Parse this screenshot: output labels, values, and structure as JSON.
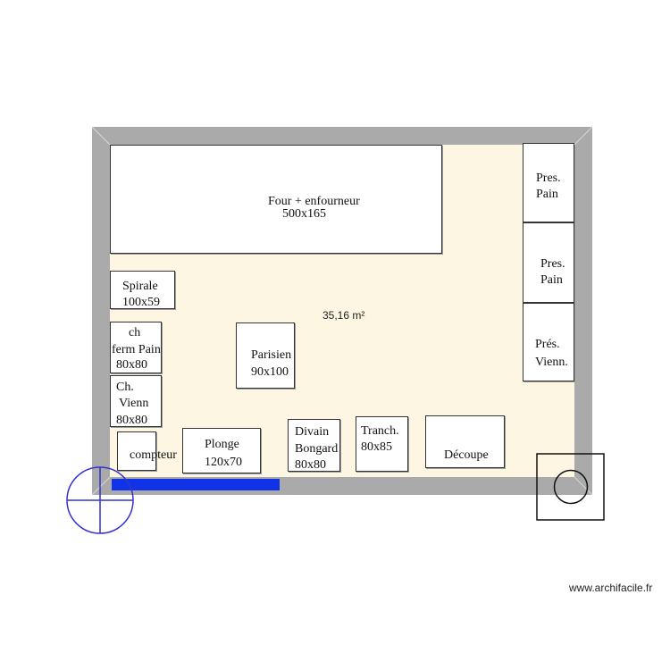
{
  "plan": {
    "area_label": "35,16 m²",
    "watermark": "www.archifacile.fr",
    "colors": {
      "wall": "#aaaaaa",
      "floor": "#fcf6e3",
      "furniture_fill": "#ffffff",
      "furniture_stroke": "#333333",
      "blue_bar": "#1033e8",
      "door_symbol": "#3333cc"
    },
    "items": {
      "four": {
        "line1": "Four + enfourneur",
        "line2": "500x165"
      },
      "pres_pain_1": {
        "line1": "Pres.",
        "line2": "Pain"
      },
      "pres_pain_2": {
        "line1": "Pres.",
        "line2": "Pain"
      },
      "pres_vienn": {
        "line1": "Prés.",
        "line2": "Vienn."
      },
      "spirale": {
        "line1": "Spirale",
        "line2": "100x59"
      },
      "ch_ferm_pain": {
        "line1": "ch",
        "line2": "ferm Pain",
        "line3": "80x80"
      },
      "ch_vienn": {
        "line1": "Ch.",
        "line2": "Vienn",
        "line3": "80x80"
      },
      "parisien": {
        "line1": "Parisien",
        "line2": "90x100"
      },
      "compteur": {
        "line1": "compteur"
      },
      "plonge": {
        "line1": "Plonge",
        "line2": "120x70"
      },
      "divain": {
        "line1": "Divain",
        "line2": "Bongard",
        "line3": "80x80"
      },
      "tranch": {
        "line1": "Tranch.",
        "line2": "80x85"
      },
      "decoupe": {
        "line1": "Découpe"
      }
    }
  }
}
